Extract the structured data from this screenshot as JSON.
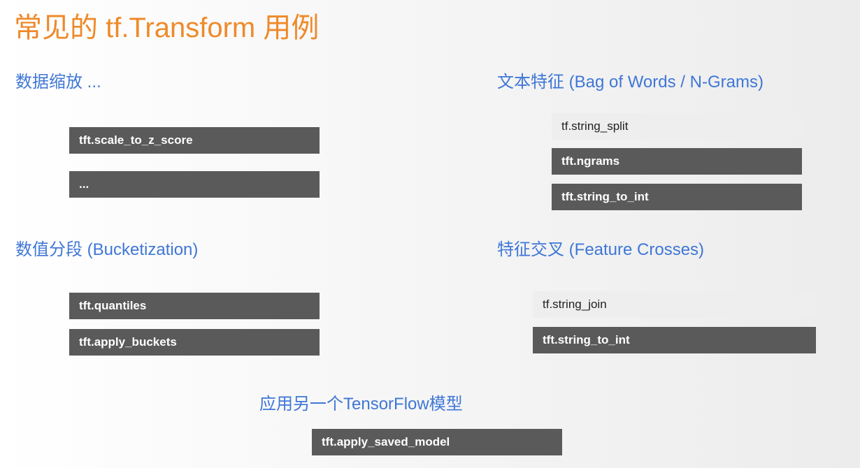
{
  "title": "常见的 tf.Transform 用例",
  "sections": {
    "scaling": {
      "heading": "数据缩放 ...",
      "items": [
        "tft.scale_to_z_score",
        "..."
      ]
    },
    "text": {
      "heading": "文本特征 (Bag of Words / N-Grams)",
      "items": [
        "tf.string_split",
        "tft.ngrams",
        "tft.string_to_int"
      ]
    },
    "bucketize": {
      "heading": "数值分段 (Bucketization)",
      "items": [
        "tft.quantiles",
        "tft.apply_buckets"
      ]
    },
    "crosses": {
      "heading": "特征交叉 (Feature Crosses)",
      "items": [
        "tf.string_join",
        "tft.string_to_int"
      ]
    },
    "model": {
      "heading": "应用另一个TensorFlow模型",
      "items": [
        "tft.apply_saved_model"
      ]
    }
  },
  "colors": {
    "title": "#ee8a2a",
    "heading": "#3f77d6",
    "dark_box": "#5a5a5a",
    "light_box": "#eeeeee"
  }
}
